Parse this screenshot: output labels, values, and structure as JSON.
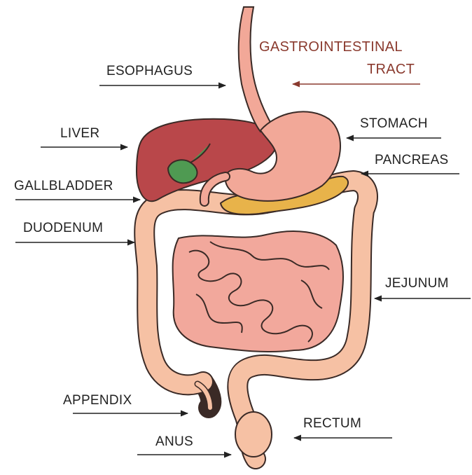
{
  "title": {
    "line1": "GASTROINTESTINAL",
    "line2": "TRACT"
  },
  "labels": {
    "esophagus": "ESOPHAGUS",
    "liver": "LIVER",
    "gallbladder": "GALLBLADDER",
    "duodenum": "DUODENUM",
    "appendix": "APPENDIX",
    "anus": "ANUS",
    "stomach": "STOMACH",
    "pancreas": "PANCREAS",
    "jejunum": "JEJUNUM",
    "rectum": "RECTUM"
  },
  "colors": {
    "title": "#8a3a2e",
    "text": "#222222",
    "liver": "#b9474a",
    "stomach": "#f2a898",
    "colon": "#f6c1a4",
    "small_intestine": "#f2a89c",
    "pancreas": "#e8b34a",
    "gallbladder": "#4f9a52",
    "outline": "#3a2a26"
  }
}
